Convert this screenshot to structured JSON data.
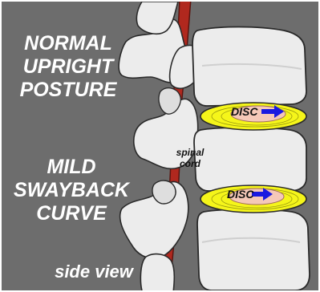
{
  "labels": {
    "normal_line1": "NORMAL",
    "normal_line2": "UPRIGHT",
    "normal_line3": "POSTURE",
    "sway_line1": "MILD",
    "sway_line2": "SWAYBACK",
    "sway_line3": "CURVE",
    "side_view": "side view",
    "disc_upper": "DISC",
    "disc_lower": "DISC",
    "cord_line1": "spinal",
    "cord_line2": "cord"
  },
  "colors": {
    "background": "#6d6d6d",
    "bone": "#ececec",
    "bone_shadow": "#cfcfcf",
    "cord": "#b0281e",
    "disc_outer": "#f5f51a",
    "disc_nucleus": "#f5c8b8",
    "arrow": "#1a1ae0"
  },
  "icons": {
    "upper_arrow": "right-arrow-icon",
    "lower_arrow": "right-arrow-icon"
  }
}
